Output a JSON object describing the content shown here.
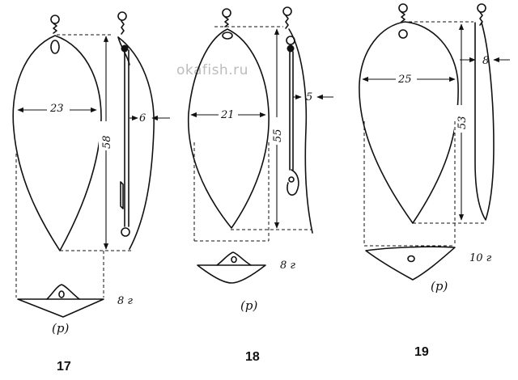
{
  "watermark": "okafish.ru",
  "lures": [
    {
      "number": "17",
      "width": "23",
      "length": "58",
      "thickness": "6",
      "weight": "8 г",
      "section": "(р)"
    },
    {
      "number": "18",
      "width": "21",
      "length": "55",
      "thickness": "5",
      "weight": "8 г",
      "section": "(р)"
    },
    {
      "number": "19",
      "width": "25",
      "length": "53",
      "thickness": "8",
      "weight": "10 г",
      "section": "(р)"
    }
  ]
}
